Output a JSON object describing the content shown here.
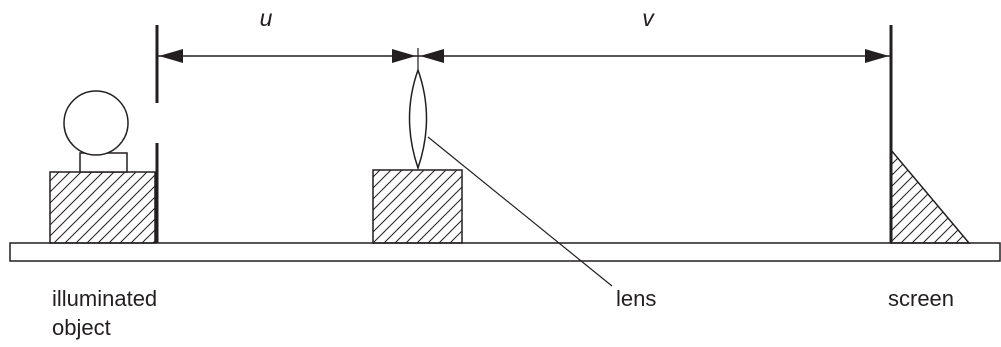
{
  "diagram": {
    "distance_labels": {
      "u": "u",
      "v": "v"
    },
    "labels": {
      "object_line1": "illuminated",
      "object_line2": "object",
      "lens": "lens",
      "screen": "screen"
    },
    "stroke_color": "#231f20",
    "background": "#ffffff"
  }
}
